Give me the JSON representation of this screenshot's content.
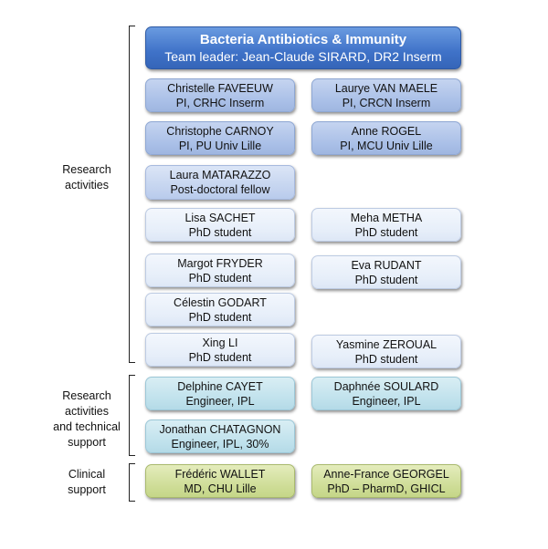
{
  "header": {
    "title": "Bacteria Antibiotics & Immunity",
    "subtitle": "Team leader: Jean-Claude SIRARD, DR2 Inserm"
  },
  "sections": [
    {
      "label": "Research activities"
    },
    {
      "label": "Research activities and technical support"
    },
    {
      "label": "Clinical support"
    }
  ],
  "members": [
    {
      "name": "Christelle FAVEEUW",
      "role": "PI, CRHC Inserm"
    },
    {
      "name": "Laurye VAN MAELE",
      "role": "PI, CRCN Inserm"
    },
    {
      "name": "Christophe CARNOY",
      "role": "PI, PU Univ Lille"
    },
    {
      "name": "Anne ROGEL",
      "role": "PI, MCU Univ Lille"
    },
    {
      "name": "Laura MATARAZZO",
      "role": "Post-doctoral fellow"
    },
    {
      "name": "Lisa SACHET",
      "role": "PhD student"
    },
    {
      "name": "Meha METHA",
      "role": "PhD student"
    },
    {
      "name": "Margot FRYDER",
      "role": "PhD student"
    },
    {
      "name": "Eva RUDANT",
      "role": "PhD student"
    },
    {
      "name": "Célestin GODART",
      "role": "PhD student"
    },
    {
      "name": "Xing LI",
      "role": "PhD student"
    },
    {
      "name": "Yasmine ZEROUAL",
      "role": "PhD student"
    },
    {
      "name": "Delphine CAYET",
      "role": "Engineer, IPL"
    },
    {
      "name": "Daphnée SOULARD",
      "role": "Engineer, IPL"
    },
    {
      "name": "Jonathan CHATAGNON",
      "role": "Engineer, IPL, 30%"
    },
    {
      "name": "Frédéric WALLET",
      "role": "MD, CHU Lille"
    },
    {
      "name": "Anne-France GEORGEL",
      "role": "PhD – PharmD, GHICL"
    }
  ],
  "colors": {
    "team_header": "#3f72c8",
    "pi": "#a9bfe7",
    "postdoc": "#c3d3ef",
    "phd": "#e6eef9",
    "engineer": "#bfe1ec",
    "clinical": "#cddc95"
  }
}
